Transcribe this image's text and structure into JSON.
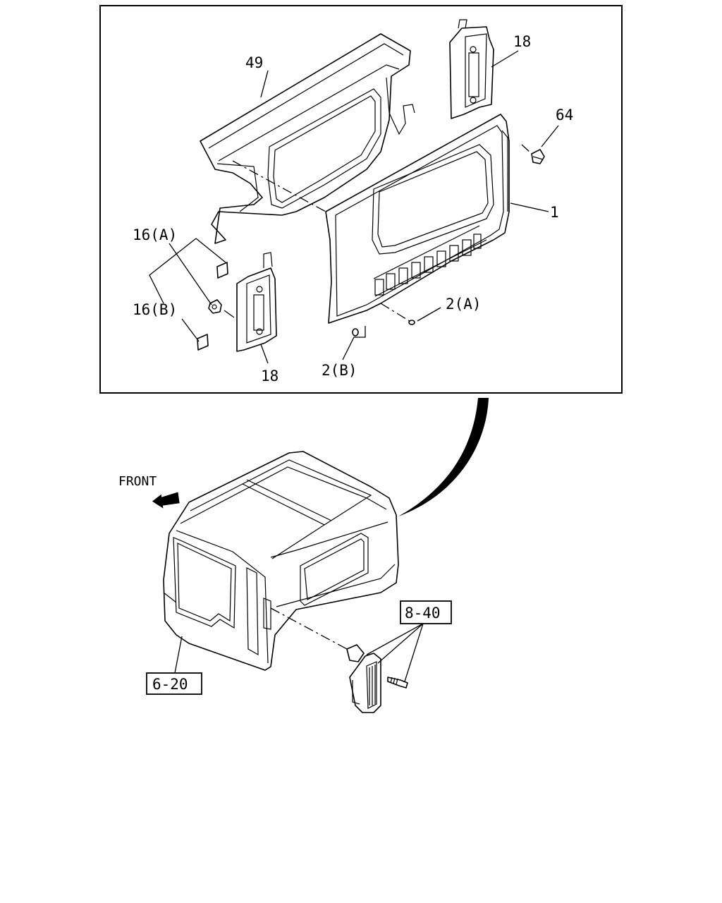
{
  "labels": {
    "part_49": "49",
    "part_18_top": "18",
    "part_64": "64",
    "part_1": "1",
    "part_16a": "16(A)",
    "part_16b": "16(B)",
    "part_18_bottom": "18",
    "part_2a": "2(A)",
    "part_2b": "2(B)",
    "front": "FRONT",
    "ref_8_40": "8-40",
    "ref_6_20": "6-20"
  },
  "icons": [
    "front-arrow-icon"
  ]
}
